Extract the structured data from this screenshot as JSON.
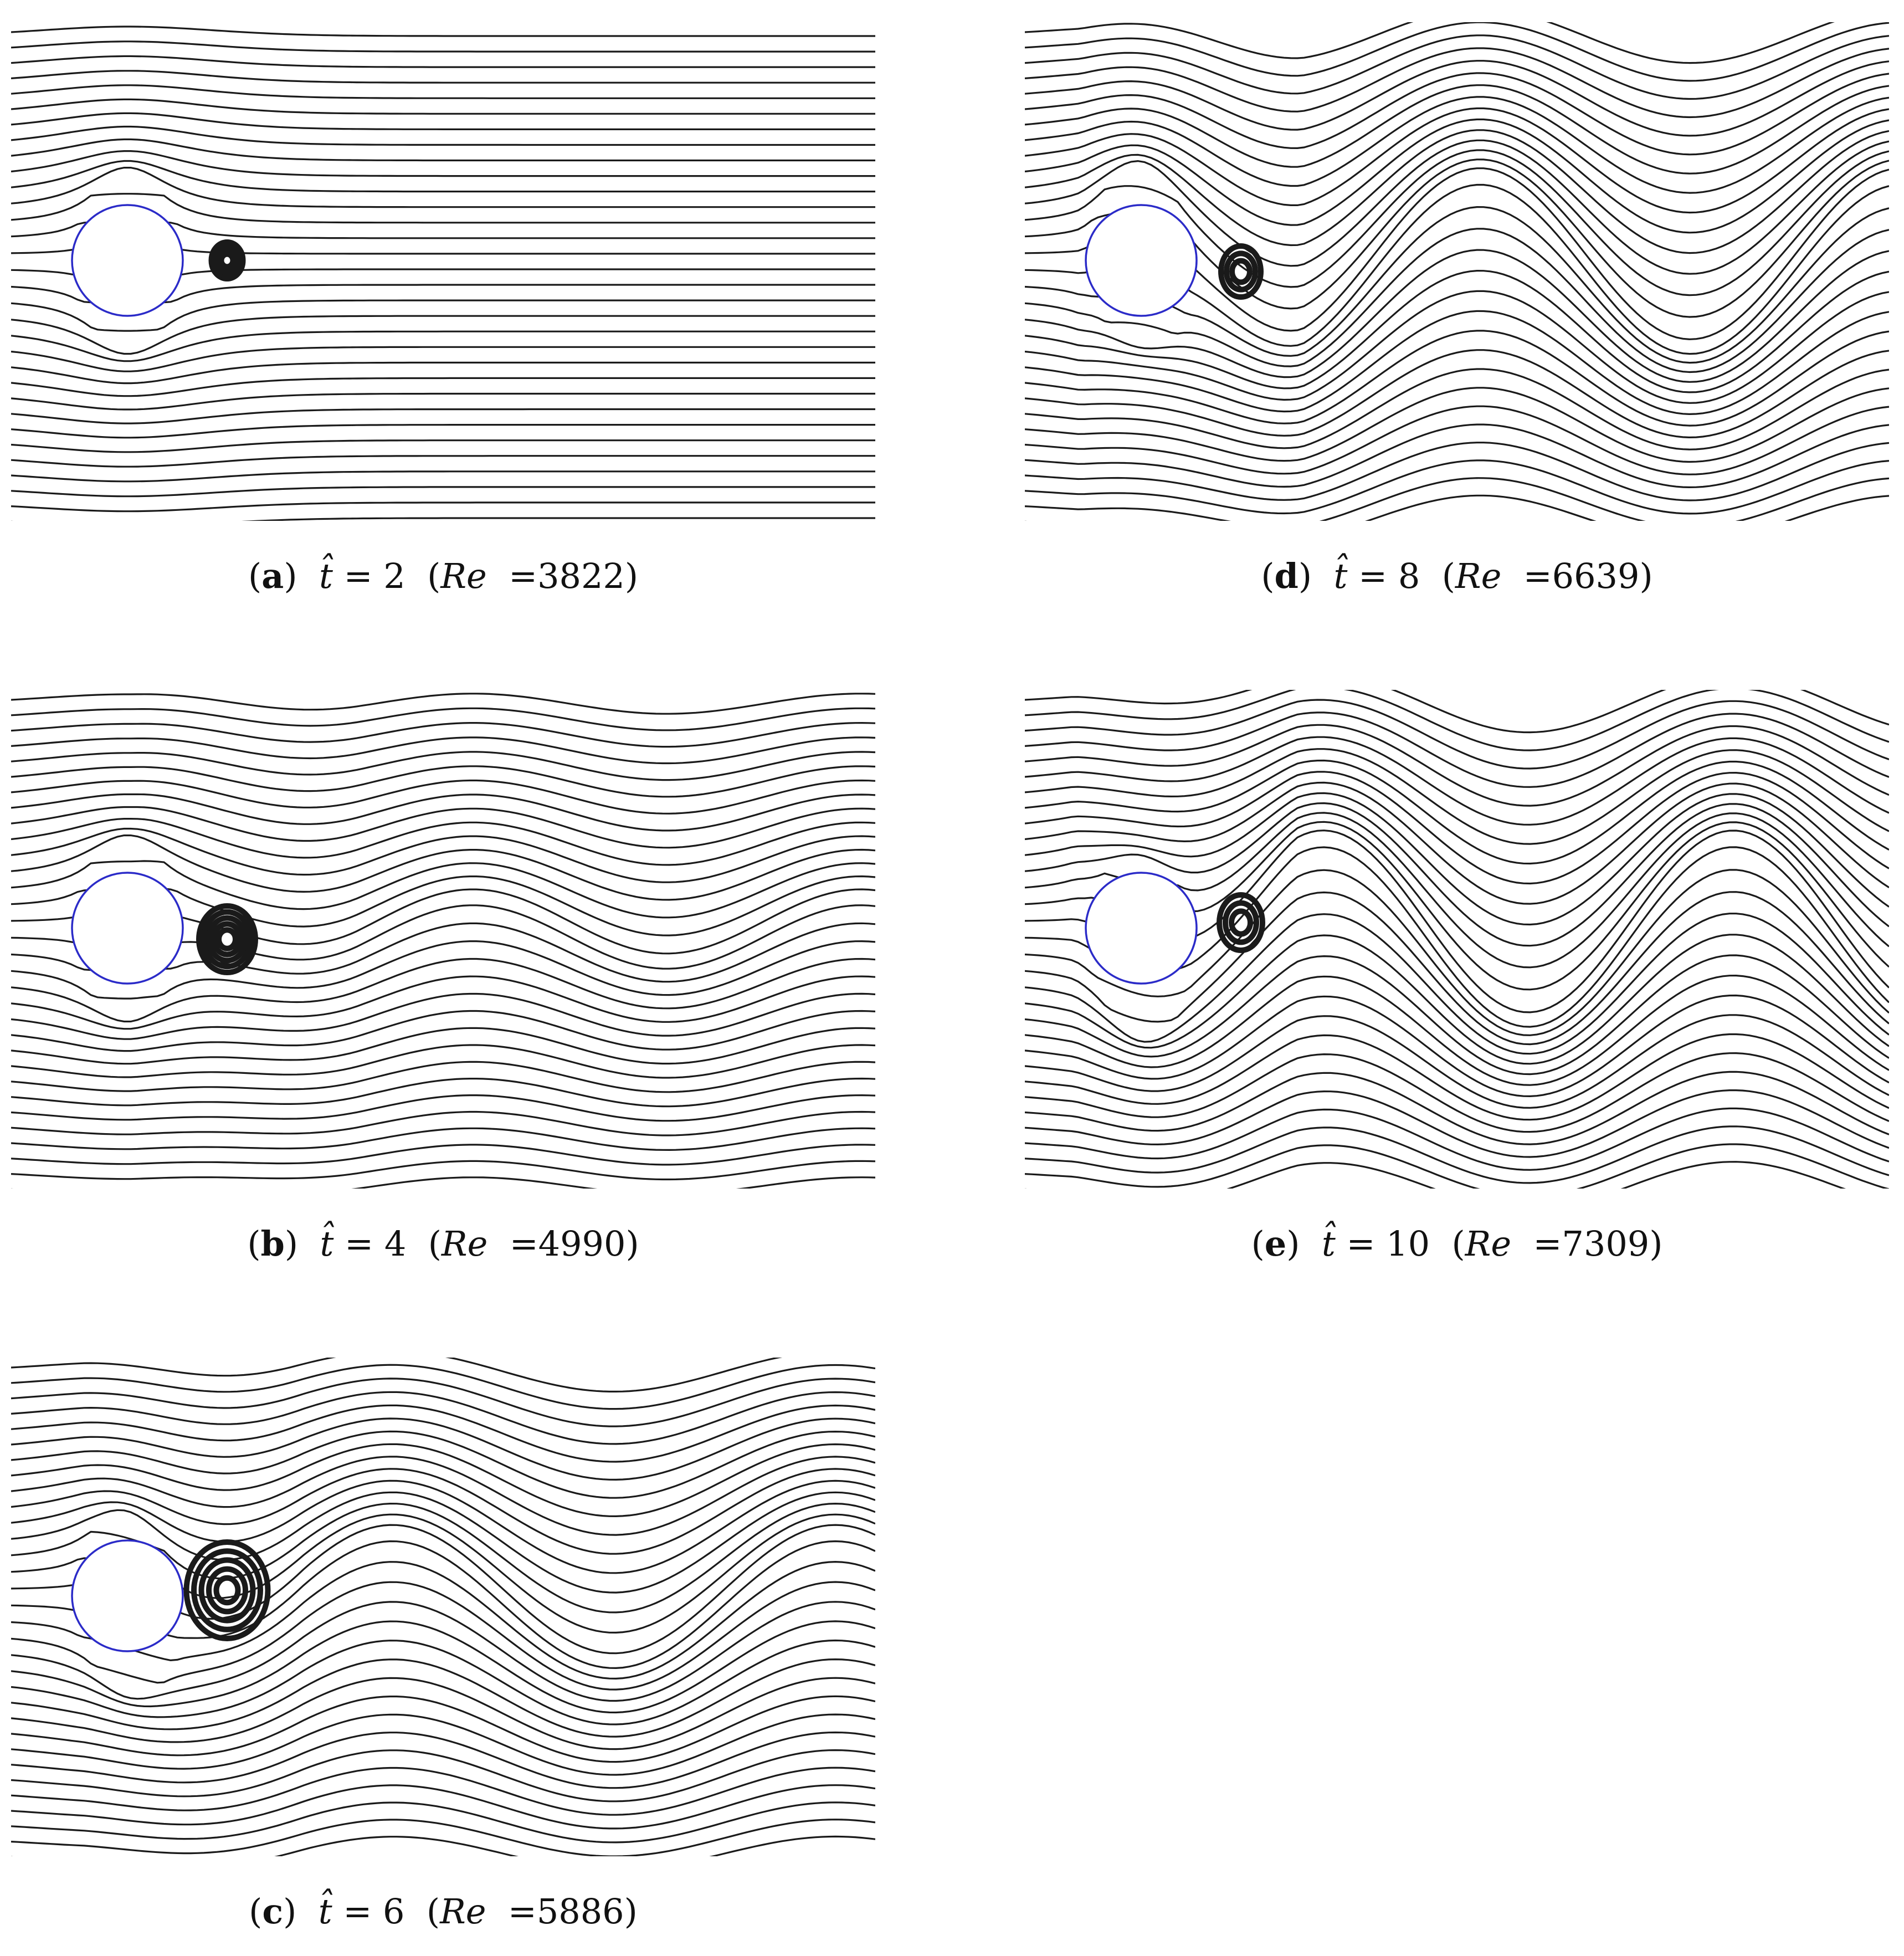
{
  "figure": {
    "panels": [
      {
        "id": "a",
        "letter": "a",
        "t": "2",
        "re": "3822",
        "stage": 0
      },
      {
        "id": "b",
        "letter": "b",
        "t": "4",
        "re": "4990",
        "stage": 1
      },
      {
        "id": "c",
        "letter": "c",
        "t": "6",
        "re": "5886",
        "stage": 2
      },
      {
        "id": "d",
        "letter": "d",
        "t": "8",
        "re": "6639",
        "stage": 3
      },
      {
        "id": "e",
        "letter": "e",
        "t": "10",
        "re": "7309",
        "stage": 4
      }
    ],
    "symbols": {
      "time": "t̂",
      "equals": "=",
      "reynolds": "Re"
    },
    "colors": {
      "streamline": "#1a1a1a",
      "cylinder": "#2b2bc8",
      "background": "#ffffff"
    }
  }
}
